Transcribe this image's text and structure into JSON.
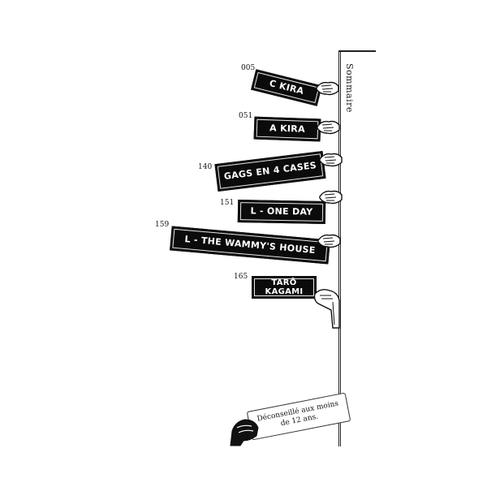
{
  "sidebar_label": "Sommaire",
  "entries": [
    {
      "page": "005",
      "title": "C KIRA"
    },
    {
      "page": "051",
      "title": "A KIRA"
    },
    {
      "page": "140",
      "title": "GAGS EN 4 CASES"
    },
    {
      "page": "151",
      "title": "L - ONE DAY"
    },
    {
      "page": "159",
      "title": "L - THE WAMMY'S HOUSE"
    },
    {
      "page": "165",
      "title_line1": "TARÔ",
      "title_line2": "KAGAMI"
    }
  ],
  "warning": "Déconseillé aux moins de 12 ans.",
  "colors": {
    "sign": "#0b0b0b",
    "text": "#ffffff",
    "ink": "#222222"
  }
}
